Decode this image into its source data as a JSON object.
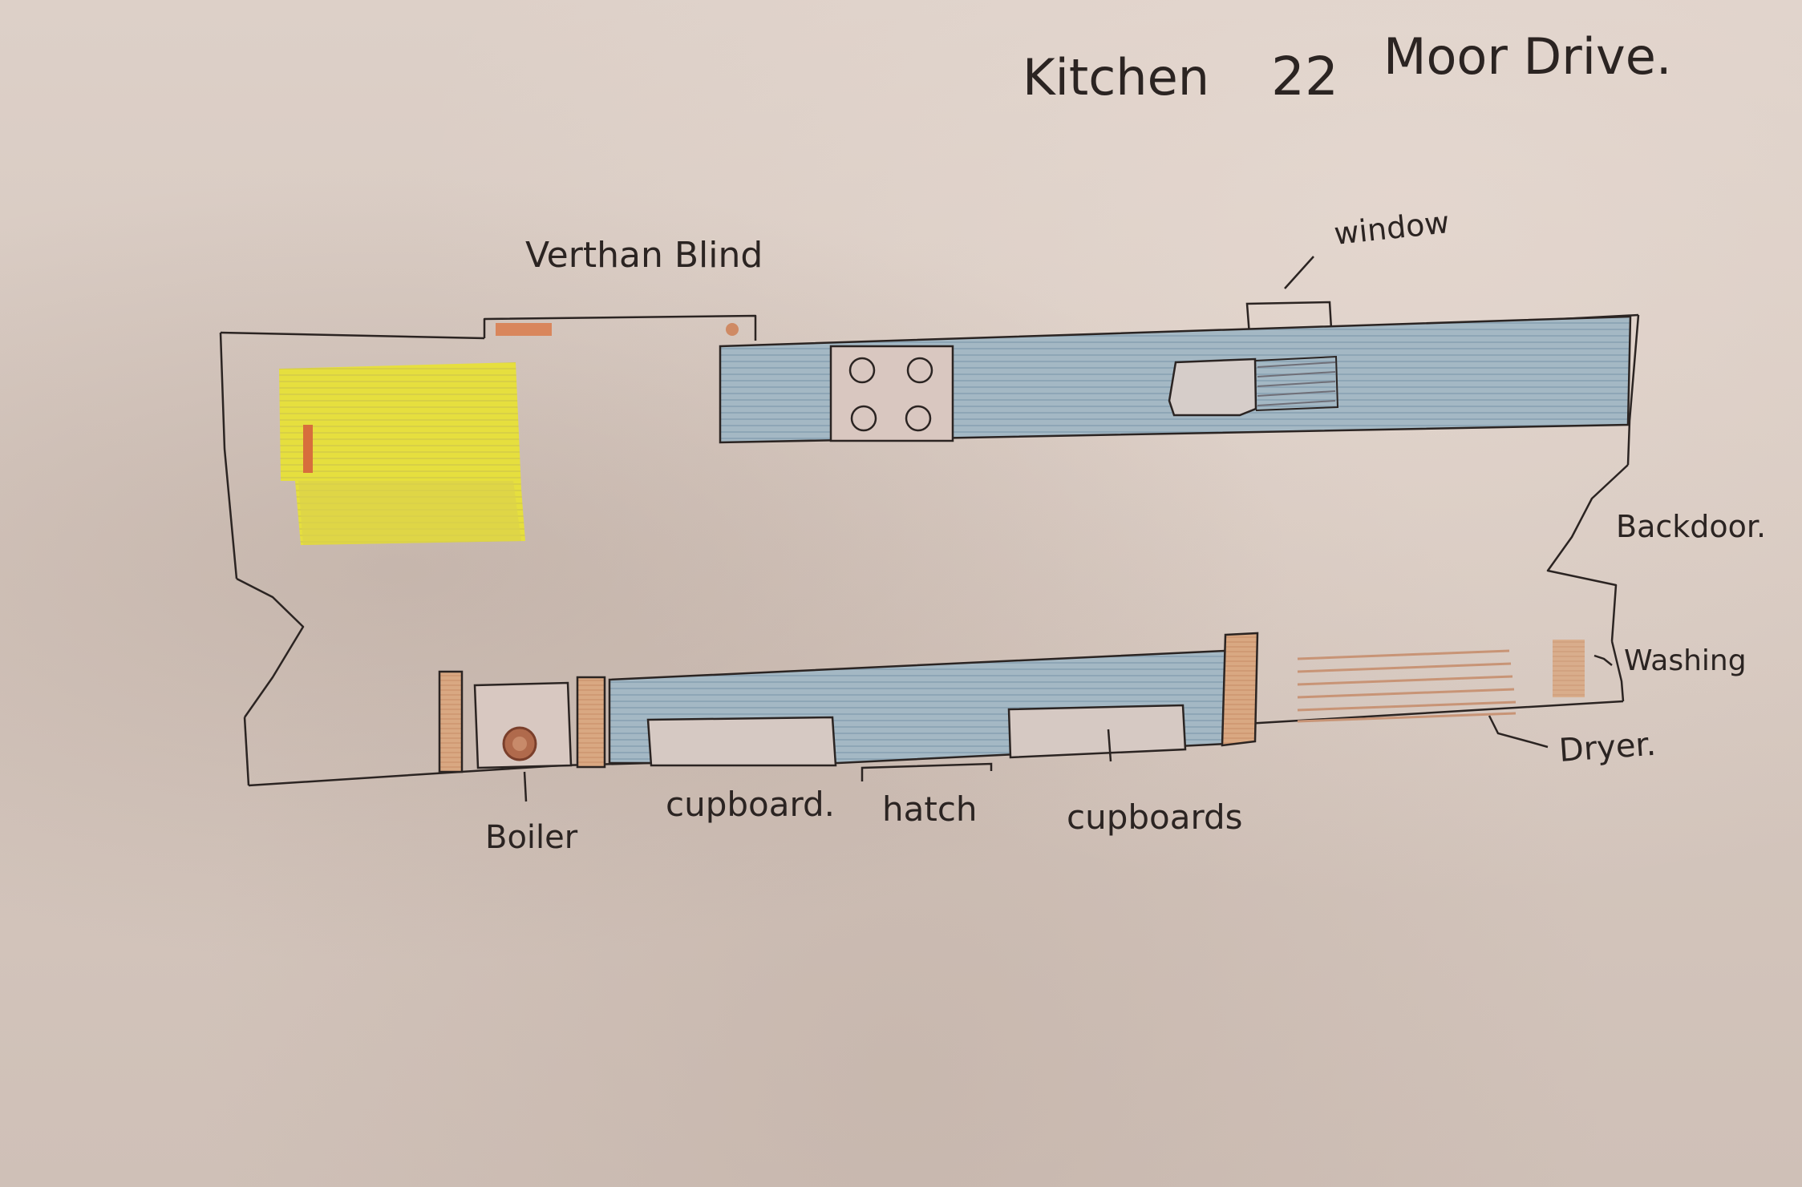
{
  "title": {
    "room": "Kitchen",
    "address_number": "22",
    "address_street": "Moor Drive."
  },
  "labels": {
    "blind": "Verthan Blind",
    "window": "window",
    "backdoor": "Backdoor.",
    "washing": "Washing",
    "dryer": "Dryer.",
    "boiler": "Boiler",
    "cupboard": "cupboard.",
    "hatch": "hatch",
    "cupboards": "cupboards"
  },
  "colors": {
    "worktop_blue": "#9cb3c2",
    "table_yellow": "#e3dc3c",
    "appliance_orange": "#d9a27e",
    "blind_orange": "#d9865c",
    "ink": "#2b2422"
  }
}
